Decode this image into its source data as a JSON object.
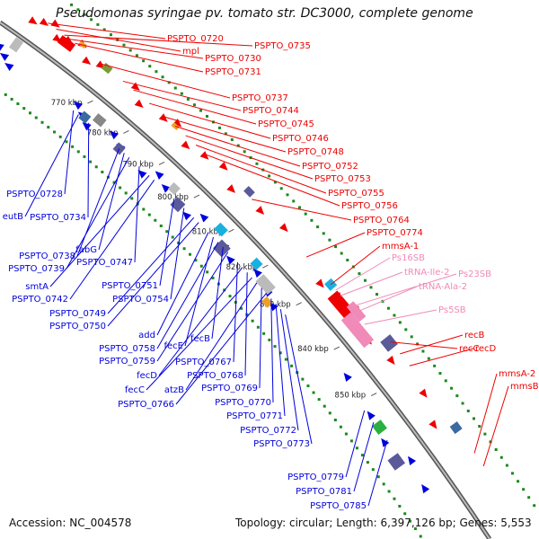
{
  "title": "Pseudomonas syringae pv. tomato str. DC3000, complete genome",
  "footer": {
    "accession": "Accession: NC_004578",
    "topology": "Topology: circular; Length: 6,397,126 bp; Genes: 5,553"
  },
  "colors": {
    "forward": "#ee0000",
    "reverse": "#0000dd",
    "rna": "#f08ab8",
    "backbone": "#888888",
    "dots": "#1a8a1a"
  },
  "scale_ticks": [
    "770 kbp",
    "780 kbp",
    "790 kbp",
    "800 kbp",
    "810 kbp",
    "820 kbp",
    "830 kbp",
    "840 kbp",
    "850 kbp"
  ],
  "forward_labels": [
    "PSPTO_0720",
    "mpl",
    "PSPTO_0735",
    "PSPTO_0730",
    "PSPTO_0731",
    "PSPTO_0737",
    "PSPTO_0744",
    "PSPTO_0745",
    "PSPTO_0746",
    "PSPTO_0748",
    "PSPTO_0752",
    "PSPTO_0753",
    "PSPTO_0755",
    "PSPTO_0756",
    "PSPTO_0764",
    "PSPTO_0774",
    "mmsA-1",
    "recC",
    "recB",
    "recD",
    "mmsA-2",
    "mmsB"
  ],
  "rna_labels": [
    "Ps16SB",
    "tRNA-Ile-2",
    "Ps23SB",
    "tRNA-Ala-2",
    "Ps5SB"
  ],
  "reverse_labels": [
    "PSPTO_0728",
    "eutB",
    "PSPTO_0734",
    "PSPTO_0738",
    "fabG",
    "PSPTO_0739",
    "PSPTO_0747",
    "smtA",
    "PSPTO_0742",
    "PSPTO_0751",
    "PSPTO_0754",
    "PSPTO_0749",
    "PSPTO_0750",
    "add",
    "fecE",
    "PSPTO_0758",
    "fecB",
    "PSPTO_0759",
    "PSPTO_0767",
    "fecD",
    "PSPTO_0768",
    "fecC",
    "atzB",
    "PSPTO_0769",
    "PSPTO_0766",
    "PSPTO_0770",
    "PSPTO_0771",
    "PSPTO_0772",
    "PSPTO_0773",
    "PSPTO_0779",
    "PSPTO_0781",
    "PSPTO_0785"
  ]
}
